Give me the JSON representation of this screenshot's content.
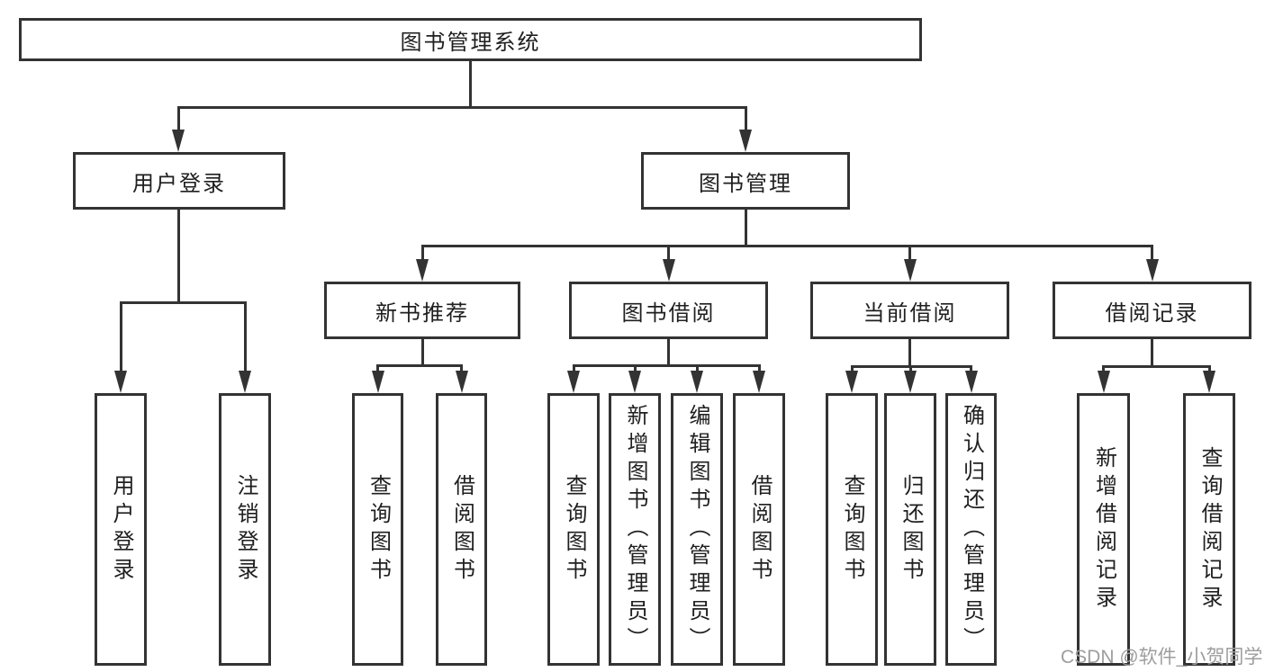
{
  "diagram": {
    "accent_color": "#333333",
    "background_color": "#ffffff",
    "nodes": {
      "root": {
        "label": "图书管理系统"
      },
      "user_login": {
        "label": "用户登录"
      },
      "book_mgmt": {
        "label": "图书管理"
      },
      "new_book_rec": {
        "label": "新书推荐"
      },
      "book_borrow": {
        "label": "图书借阅"
      },
      "current_borrow": {
        "label": "当前借阅"
      },
      "borrow_records": {
        "label": "借阅记录"
      },
      "leaf_user_login": {
        "label": "用户登录"
      },
      "leaf_logout": {
        "label": "注销登录"
      },
      "nb_query": {
        "label": "查询图书"
      },
      "nb_borrow": {
        "label": "借阅图书"
      },
      "bb_query": {
        "label": "查询图书"
      },
      "bb_add": {
        "label": "新增图书（管理员）"
      },
      "bb_edit": {
        "label": "编辑图书（管理员）"
      },
      "bb_borrow": {
        "label": "借阅图书"
      },
      "cb_query": {
        "label": "查询图书"
      },
      "cb_return": {
        "label": "归还图书"
      },
      "cb_confirm": {
        "label": "确认归还（管理员）"
      },
      "br_add": {
        "label": "新增借阅记录"
      },
      "br_query": {
        "label": "查询借阅记录"
      }
    },
    "watermark": "CSDN @软件_小贺同学"
  }
}
